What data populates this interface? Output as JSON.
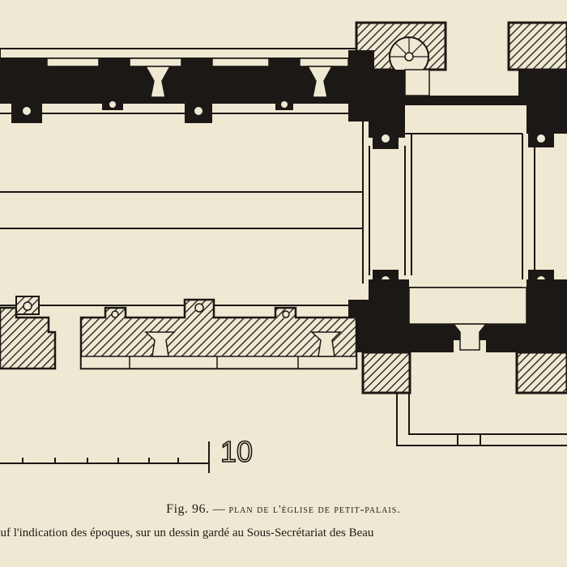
{
  "scale_bar": {
    "label": "10"
  },
  "caption": {
    "fig_label": "Fig. 96.",
    "dash": " — ",
    "title": "plan de l'église de petit-palais.",
    "credit": "sauf l'indication des époques, sur un dessin gardé au Sous-Secrétariat des Beau"
  }
}
